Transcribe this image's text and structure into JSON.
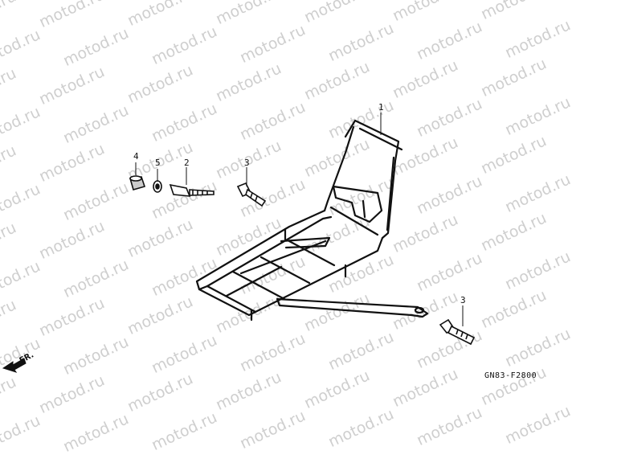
{
  "watermark": "motod.ru",
  "callouts": {
    "c1": "1",
    "c2": "2",
    "c3a": "3",
    "c3b": "3",
    "c4": "4",
    "c5": "5"
  },
  "diagram_code": "GN83-F2800",
  "direction_label": "FR.",
  "colors": {
    "line": "#111111",
    "watermark": "#cfcfcf",
    "background": "#ffffff"
  }
}
